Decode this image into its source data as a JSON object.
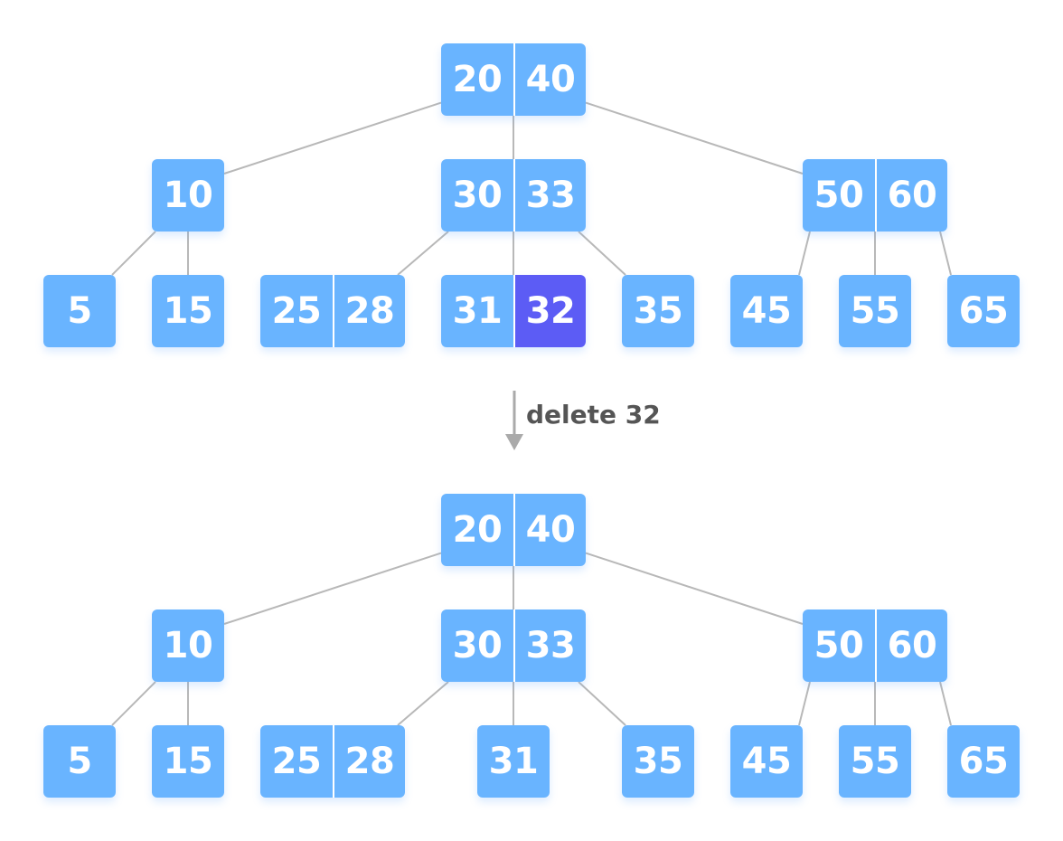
{
  "colors": {
    "node": "#69b4ff",
    "highlight": "#5c5cf5",
    "edge": "#b8b8b8",
    "arrow": "#aaaaaa",
    "label": "#555555"
  },
  "operation_label": "delete 32",
  "trees": [
    {
      "name": "before",
      "nodes": [
        {
          "id": "b-root",
          "keys": [
            "20",
            "40"
          ]
        },
        {
          "id": "b-l1-a",
          "keys": [
            "10"
          ]
        },
        {
          "id": "b-l1-b",
          "keys": [
            "30",
            "33"
          ]
        },
        {
          "id": "b-l1-c",
          "keys": [
            "50",
            "60"
          ]
        },
        {
          "id": "b-leaf-5",
          "keys": [
            "5"
          ]
        },
        {
          "id": "b-leaf-15",
          "keys": [
            "15"
          ]
        },
        {
          "id": "b-leaf-25",
          "keys": [
            "25",
            "28"
          ]
        },
        {
          "id": "b-leaf-31",
          "keys": [
            "31",
            "32"
          ],
          "highlight": [
            1
          ]
        },
        {
          "id": "b-leaf-35",
          "keys": [
            "35"
          ]
        },
        {
          "id": "b-leaf-45",
          "keys": [
            "45"
          ]
        },
        {
          "id": "b-leaf-55",
          "keys": [
            "55"
          ]
        },
        {
          "id": "b-leaf-65",
          "keys": [
            "65"
          ]
        }
      ],
      "edges": [
        [
          "b-root",
          "b-l1-a"
        ],
        [
          "b-root",
          "b-l1-b"
        ],
        [
          "b-root",
          "b-l1-c"
        ],
        [
          "b-l1-a",
          "b-leaf-5"
        ],
        [
          "b-l1-a",
          "b-leaf-15"
        ],
        [
          "b-l1-b",
          "b-leaf-25"
        ],
        [
          "b-l1-b",
          "b-leaf-31"
        ],
        [
          "b-l1-b",
          "b-leaf-35"
        ],
        [
          "b-l1-c",
          "b-leaf-45"
        ],
        [
          "b-l1-c",
          "b-leaf-55"
        ],
        [
          "b-l1-c",
          "b-leaf-65"
        ]
      ]
    },
    {
      "name": "after",
      "nodes": [
        {
          "id": "a-root",
          "keys": [
            "20",
            "40"
          ]
        },
        {
          "id": "a-l1-a",
          "keys": [
            "10"
          ]
        },
        {
          "id": "a-l1-b",
          "keys": [
            "30",
            "33"
          ]
        },
        {
          "id": "a-l1-c",
          "keys": [
            "50",
            "60"
          ]
        },
        {
          "id": "a-leaf-5",
          "keys": [
            "5"
          ]
        },
        {
          "id": "a-leaf-15",
          "keys": [
            "15"
          ]
        },
        {
          "id": "a-leaf-25",
          "keys": [
            "25",
            "28"
          ]
        },
        {
          "id": "a-leaf-31",
          "keys": [
            "31"
          ]
        },
        {
          "id": "a-leaf-35",
          "keys": [
            "35"
          ]
        },
        {
          "id": "a-leaf-45",
          "keys": [
            "45"
          ]
        },
        {
          "id": "a-leaf-55",
          "keys": [
            "55"
          ]
        },
        {
          "id": "a-leaf-65",
          "keys": [
            "65"
          ]
        }
      ],
      "edges": [
        [
          "a-root",
          "a-l1-a"
        ],
        [
          "a-root",
          "a-l1-b"
        ],
        [
          "a-root",
          "a-l1-c"
        ],
        [
          "a-l1-a",
          "a-leaf-5"
        ],
        [
          "a-l1-a",
          "a-leaf-15"
        ],
        [
          "a-l1-b",
          "a-leaf-25"
        ],
        [
          "a-l1-b",
          "a-leaf-31"
        ],
        [
          "a-l1-b",
          "a-leaf-35"
        ],
        [
          "a-l1-c",
          "a-leaf-45"
        ],
        [
          "a-l1-c",
          "a-leaf-55"
        ],
        [
          "a-l1-c",
          "a-leaf-65"
        ]
      ]
    }
  ]
}
